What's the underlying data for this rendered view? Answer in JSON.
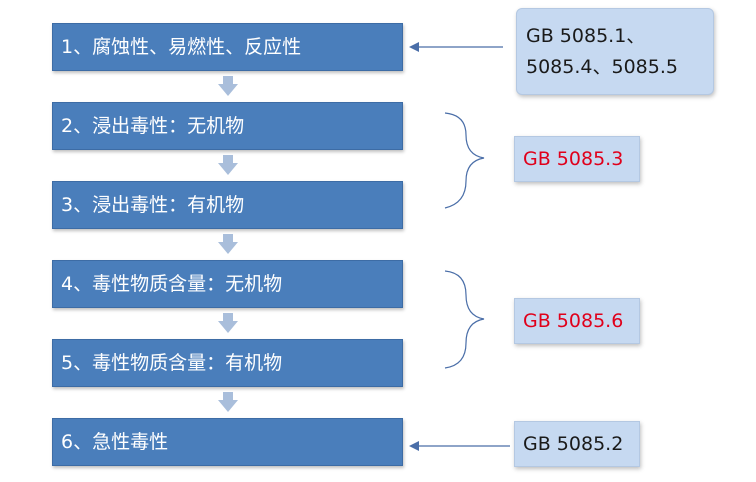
{
  "steps": [
    {
      "label": "1、腐蚀性、易燃性、反应性"
    },
    {
      "label": "2、浸出毒性：无机物"
    },
    {
      "label": "3、浸出毒性：有机物"
    },
    {
      "label": "4、毒性物质含量：无机物"
    },
    {
      "label": "5、毒性物质含量：有机物"
    },
    {
      "label": "6、急性毒性"
    }
  ],
  "standards": {
    "s1": {
      "line1": "GB 5085.1、",
      "line2": "5085.4、5085.5"
    },
    "s2": {
      "label": "GB 5085.3"
    },
    "s3": {
      "label": "GB 5085.6"
    },
    "s4": {
      "label": "GB 5085.2"
    }
  },
  "colors": {
    "step_fill": "#4a7ebb",
    "std_fill": "#c6d9f1",
    "std_highlight_text": "#e0001b",
    "flow_arrow": "#a9bedb",
    "connector": "#4a6ea8"
  }
}
